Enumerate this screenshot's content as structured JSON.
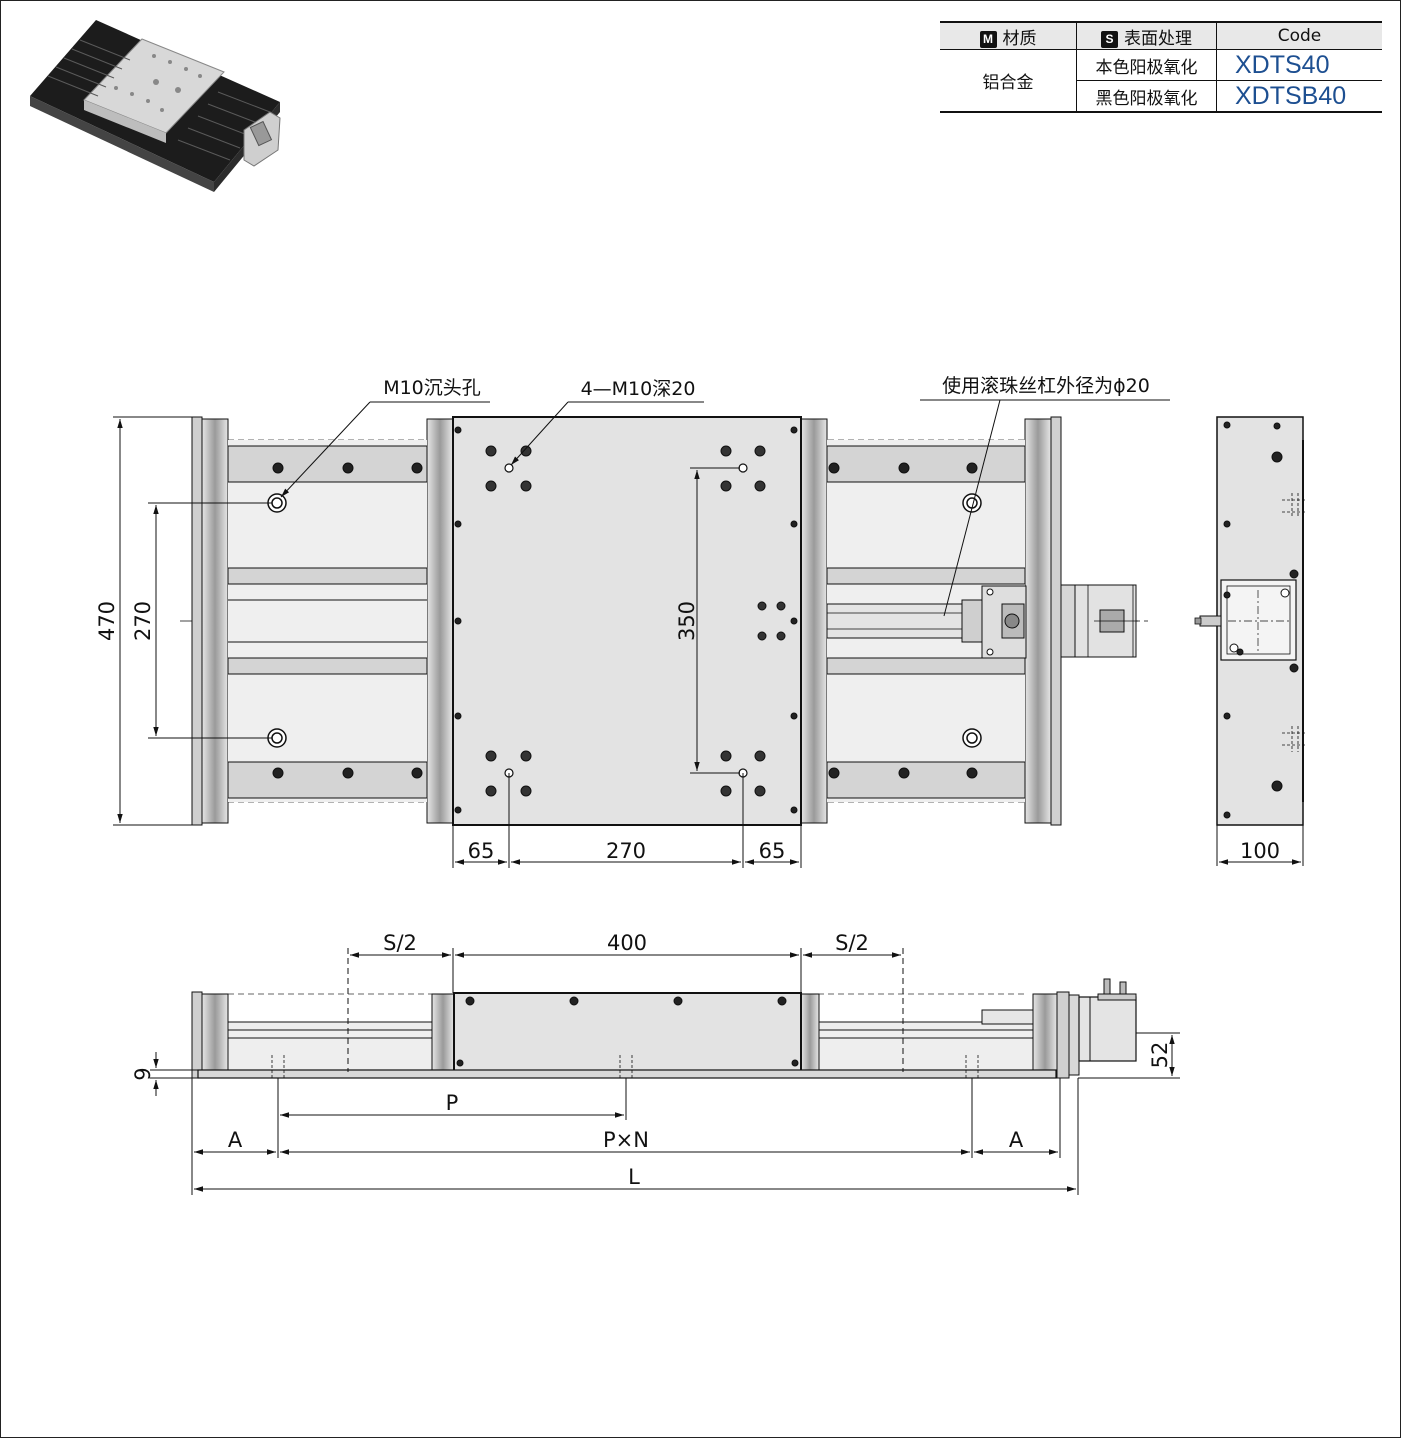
{
  "spec_table": {
    "headers": {
      "material_badge": "M",
      "material": "材质",
      "surface_badge": "S",
      "surface": "表面处理",
      "code": "Code"
    },
    "material_value": "铝合金",
    "rows": [
      {
        "surface": "本色阳极氧化",
        "code": "XDTS40"
      },
      {
        "surface": "黑色阳极氧化",
        "code": "XDTSB40"
      }
    ]
  },
  "annotations": {
    "counterbore": "M10沉头孔",
    "threaded_holes": "4—M10深20",
    "ball_screw": "使用滚珠丝杠外径为ϕ20"
  },
  "dimensions": {
    "top": {
      "width_470": "470",
      "pitch_270": "270",
      "pitch_350": "350",
      "left_65": "65",
      "mid_270": "270",
      "right_65": "65"
    },
    "end": {
      "width_100": "100"
    },
    "side": {
      "s_half_left": "S/2",
      "table_400": "400",
      "s_half_right": "S/2",
      "height_9": "9",
      "height_52": "52",
      "pitch_p": "P",
      "a_left": "A",
      "pxn": "P×N",
      "a_right": "A",
      "length_l": "L"
    }
  }
}
